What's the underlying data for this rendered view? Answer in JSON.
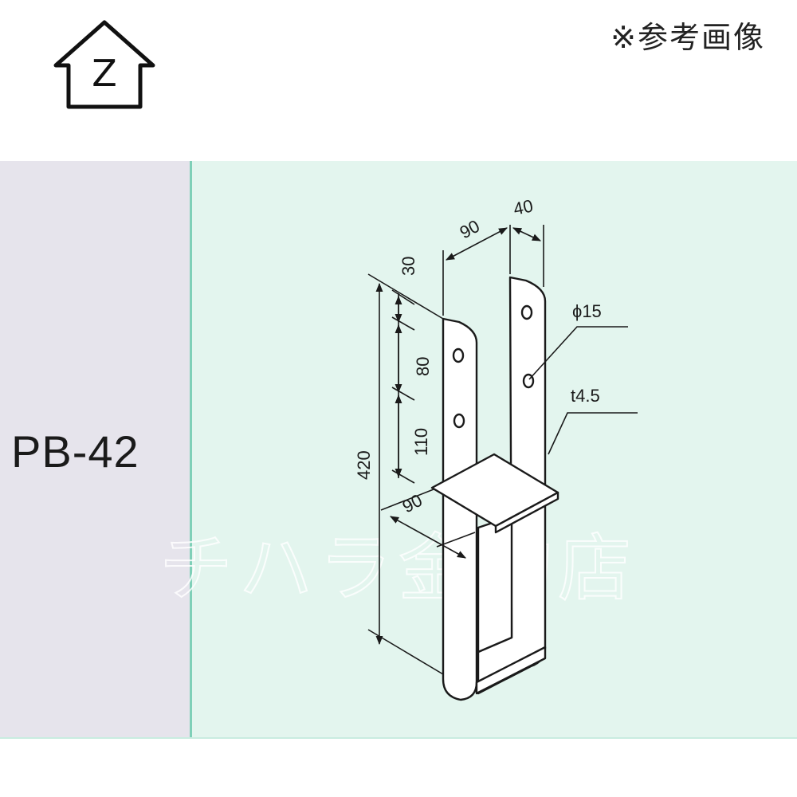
{
  "header": {
    "logo_letter": "Z",
    "reference_note": "※参考画像"
  },
  "product": {
    "model": "PB-42"
  },
  "drawing": {
    "dimensions": {
      "top_width": "90",
      "top_depth": "40",
      "hole_diameter": "ϕ15",
      "thickness": "t4.5",
      "top_offset": "30",
      "hole_spacing": "80",
      "lower_spacing": "110",
      "height": "420",
      "seat_width": "90"
    },
    "watermark": "チハラ金物店"
  },
  "colors": {
    "label_panel": "#e6e4ec",
    "drawing_panel": "#e3f5ee",
    "divider": "#7fd0b8"
  }
}
